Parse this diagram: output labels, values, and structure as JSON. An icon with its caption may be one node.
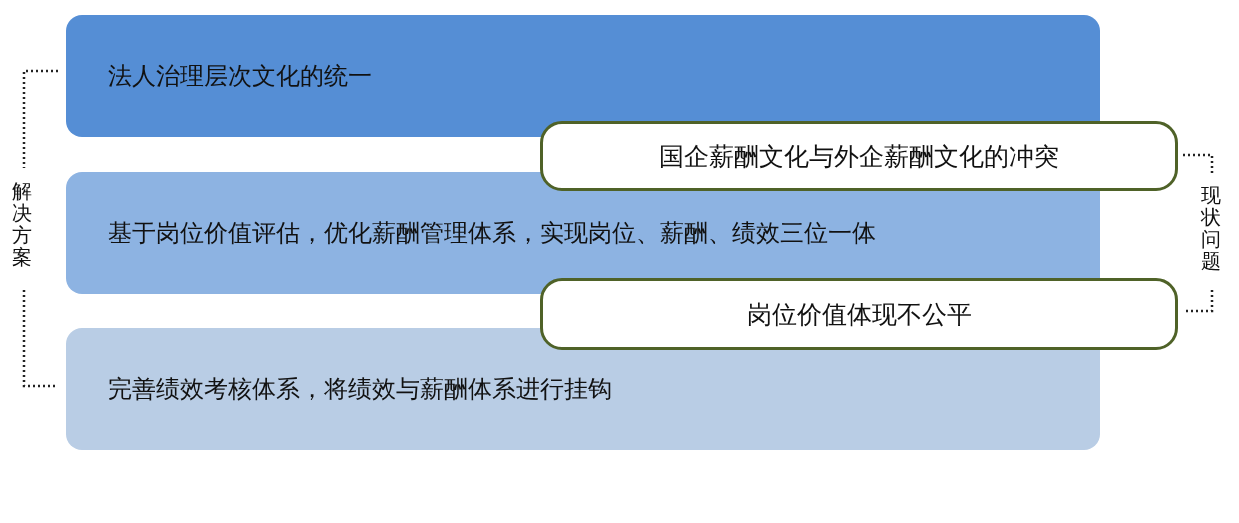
{
  "diagram": {
    "nodes": [
      {
        "text": [
          "法人治理层次文化的统一"
        ]
      },
      {
        "text": [
          "基于岗位价值评估，优化薪酬管理体系，实现岗位、薪酬、绩效三位一体"
        ]
      },
      {
        "text": [
          "完善绩效考核体系，将绩效与薪酬体系进行挂钩"
        ]
      },
      {
        "text": [
          "国企薪酬文化与外企薪酬文化的冲突"
        ]
      },
      {
        "text": [
          "岗位价值体现不公平"
        ]
      }
    ],
    "labels": [
      "解决方案",
      "现状问题"
    ]
  }
}
